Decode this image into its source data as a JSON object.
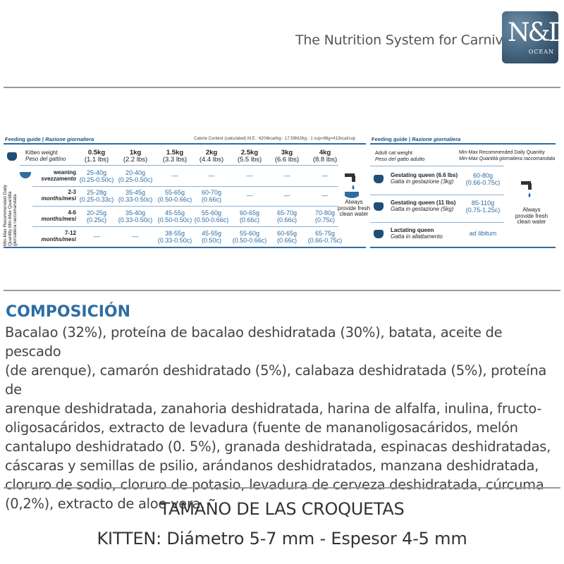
{
  "header": {
    "tagline": "The Nutrition System for Carnivores",
    "logo_letters": "N&D",
    "logo_word": "OCEAN"
  },
  "kitten_guide": {
    "title": "Feeding guide",
    "title_it": "Razione giornaliera",
    "calorie": "Calorie Content (calculated) M.E.: 4204kcal/kg - 17.59MJ/kg - 1 cup=98g=412kcal/cup",
    "weight_label": "Kitten weight",
    "weight_label_it": "Peso del gattino",
    "side_label": "Min-Max Recommended Daily Quantity Min-Max Quantità giornaliera raccomandata",
    "weights": [
      {
        "kg": "0.5kg",
        "lbs": "(1.1 lbs)"
      },
      {
        "kg": "1kg",
        "lbs": "(2.2 lbs)"
      },
      {
        "kg": "1.5kg",
        "lbs": "(3.3 lbs)"
      },
      {
        "kg": "2kg",
        "lbs": "(4.4 lbs)"
      },
      {
        "kg": "2.5kg",
        "lbs": "(5.5 lbs)"
      },
      {
        "kg": "3kg",
        "lbs": "(6.6 lbs)"
      },
      {
        "kg": "4kg",
        "lbs": "(8.8 lbs)"
      }
    ],
    "rows": [
      {
        "age": "weaning",
        "age_it": "svezzamento",
        "cells": [
          {
            "g": "25-40g",
            "c": "(0.25-0.50c)"
          },
          {
            "g": "20-40g",
            "c": "(0.25-0.50c)"
          },
          {
            "g": "—",
            "c": ""
          },
          {
            "g": "—",
            "c": ""
          },
          {
            "g": "—",
            "c": ""
          },
          {
            "g": "—",
            "c": ""
          },
          {
            "g": "—",
            "c": ""
          }
        ]
      },
      {
        "age": "2-3",
        "age_it": "months/mesi",
        "cells": [
          {
            "g": "25-28g",
            "c": "(0.25-0.33c)"
          },
          {
            "g": "35-45g",
            "c": "(0.33-0.50c)"
          },
          {
            "g": "55-65g",
            "c": "(0.50-0.66c)"
          },
          {
            "g": "60-70g",
            "c": "(0.66c)"
          },
          {
            "g": "—",
            "c": ""
          },
          {
            "g": "—",
            "c": ""
          },
          {
            "g": "—",
            "c": ""
          }
        ]
      },
      {
        "age": "4-6",
        "age_it": "months/mesi",
        "cells": [
          {
            "g": "20-25g",
            "c": "(0.25c)"
          },
          {
            "g": "35-40g",
            "c": "(0.33-0.50c)"
          },
          {
            "g": "45-55g",
            "c": "(0.50-0.50c)"
          },
          {
            "g": "55-60g",
            "c": "(0.50-0.66c)"
          },
          {
            "g": "60-65g",
            "c": "(0.66c)"
          },
          {
            "g": "65-70g",
            "c": "(0.66c)"
          },
          {
            "g": "70-80g",
            "c": "(0.75c)"
          }
        ]
      },
      {
        "age": "7-12",
        "age_it": "months/mesi",
        "cells": [
          {
            "g": "—",
            "c": ""
          },
          {
            "g": "—",
            "c": ""
          },
          {
            "g": "38-55g",
            "c": "(0.33-0.50c)"
          },
          {
            "g": "45-55g",
            "c": "(0.50c)"
          },
          {
            "g": "55-60g",
            "c": "(0.50-0.66c)"
          },
          {
            "g": "60-65g",
            "c": "(0.66c)"
          },
          {
            "g": "65-75g",
            "c": "(0.66-0.75c)"
          }
        ]
      }
    ],
    "water": [
      "Always",
      "provide fresh",
      "clean water"
    ]
  },
  "adult_guide": {
    "title": "Feeding guide",
    "title_it": "Razione giornaliera",
    "weight_label": "Adult cat weight",
    "weight_label_it": "Peso del gatto adulto",
    "qty_label": "Min-Max Recommended Daily Quantity",
    "qty_label_it": "Min-Max Quantità giornaliera raccomandata",
    "rows": [
      {
        "label": "Gestating queen (6.6 lbs)",
        "label_it": "Gatta in gestazione (3kg)",
        "g": "60-80g",
        "c": "(0.66-0.75c)"
      },
      {
        "label": "Gestating queen (11 lbs)",
        "label_it": "Gatta in gestazione (5kg)",
        "g": "85-110g",
        "c": "(0.75-1.25c)"
      },
      {
        "label": "Lactating queen",
        "label_it": "Gatta in allattamento",
        "g": "ad libitum",
        "c": ""
      }
    ],
    "water": [
      "Always",
      "provide fresh",
      "clean water"
    ]
  },
  "composition": {
    "title": "COMPOSICIÓN",
    "lines": [
      "Bacalao (32%), proteína de bacalao deshidratada (30%), batata, aceite de pescado",
      "(de arenque), camarón deshidratado (5%), calabaza deshidratada (5%), proteína de",
      "arenque deshidratada, zanahoria deshidratada, harina de alfalfa, inulina, fructo-",
      "oligosacáridos, extracto de levadura (fuente de mananoligosacáridos, melón",
      "cantalupo deshidratado (0. 5%), granada deshidratada, espinacas deshidratadas,",
      "cáscaras y semillas de psilio, arándanos deshidratados, manzana deshidratada,",
      "cloruro de sodio, cloruro de potasio, levadura de cerveza deshidratada, cúrcuma",
      "(0,2%), extracto de aloe vera."
    ]
  },
  "kibble": {
    "title": "TAMAÑO DE LAS CROQUETAS",
    "detail": "KITTEN: Diámetro 5-7 mm - Espesor 4-5 mm"
  }
}
